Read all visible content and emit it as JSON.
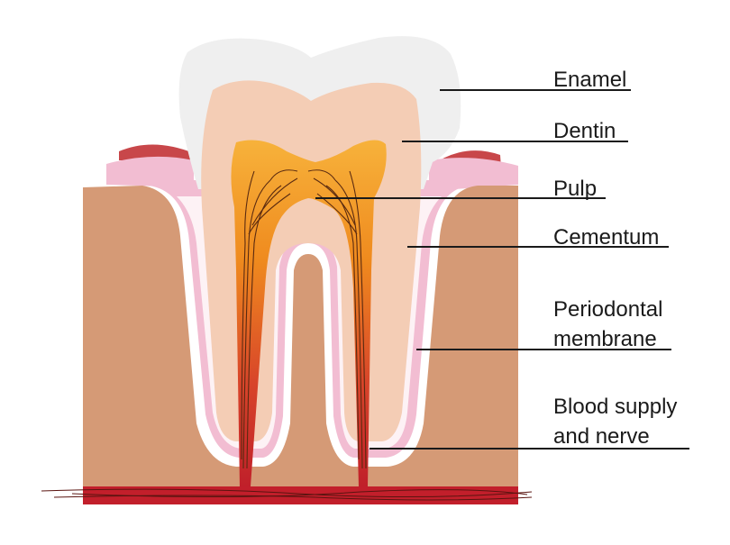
{
  "labels": {
    "enamel": "Enamel",
    "dentin": "Dentin",
    "pulp": "Pulp",
    "cementum": "Cementum",
    "periodontal_line1": "Periodontal",
    "periodontal_line2": "membrane",
    "blood_line1": "Blood supply",
    "blood_line2": "and nerve"
  },
  "colors": {
    "enamel": "#efefef",
    "dentin": "#f4cdb5",
    "pulp": "#f29a2e",
    "pulp_root": "#c62a28",
    "gum_pink": "#f2bdd2",
    "gum_red": "#c8474a",
    "bone": "#d59a76",
    "blood_band": "#c21f2b",
    "leader_line": "#1a1a1a"
  }
}
